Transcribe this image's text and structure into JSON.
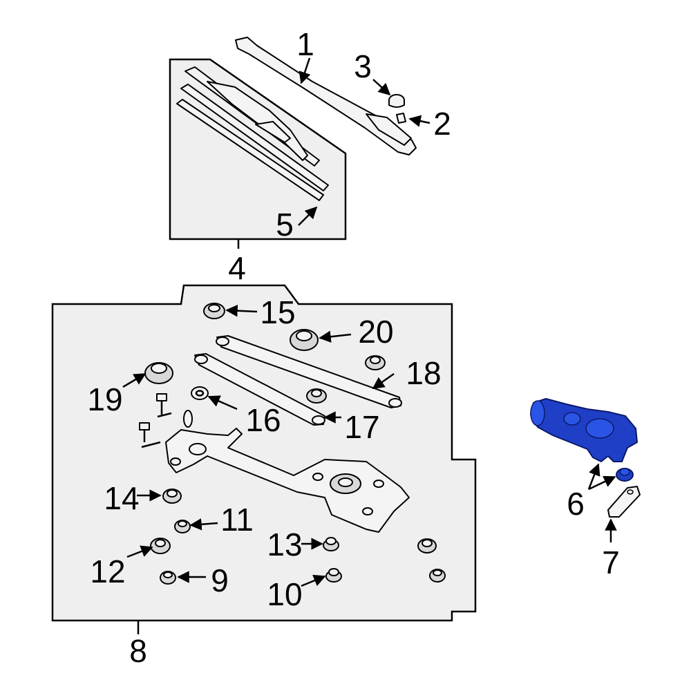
{
  "callouts": {
    "c1": "1",
    "c2": "2",
    "c3": "3",
    "c4": "4",
    "c5": "5",
    "c6": "6",
    "c7": "7",
    "c8": "8",
    "c9": "9",
    "c10": "10",
    "c11": "11",
    "c12": "12",
    "c13": "13",
    "c14": "14",
    "c15": "15",
    "c16": "16",
    "c17": "17",
    "c18": "18",
    "c19": "19",
    "c20": "20"
  },
  "colors": {
    "highlight": "#1f3fc7",
    "panel": "#efefef",
    "stroke": "#000000"
  },
  "highlighted_part": "6"
}
